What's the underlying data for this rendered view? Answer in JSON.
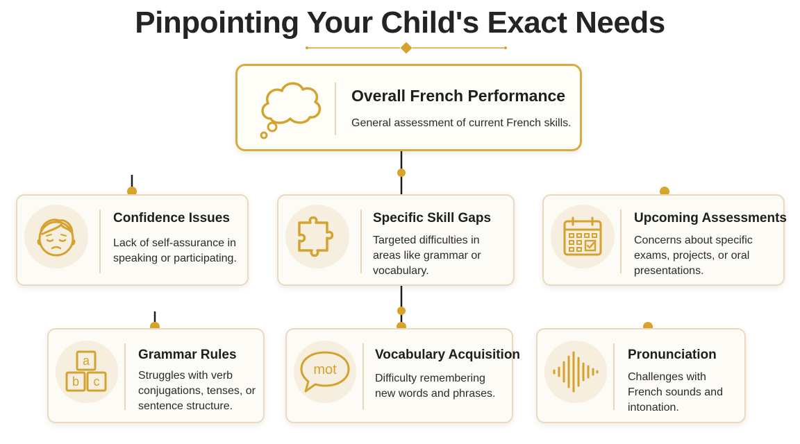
{
  "title": "Pinpointing Your Child's Exact Needs",
  "colors": {
    "accent": "#d4a32f",
    "line": "#1c1c1c",
    "card_border": "#ead9bd",
    "card_bg": "#fdfbf6"
  },
  "root": {
    "title": "Overall French Performance",
    "desc": "General assessment of current French skills.",
    "icon": "thought-cloud-icon"
  },
  "level1": [
    {
      "title": "Confidence Issues",
      "desc": "Lack of self-assurance in speaking or participating.",
      "icon": "worried-face-icon"
    },
    {
      "title": "Specific Skill Gaps",
      "desc": "Targeted difficulties in areas like grammar or vocabulary.",
      "icon": "puzzle-piece-icon"
    },
    {
      "title": "Upcoming Assessments",
      "desc": "Concerns about specific exams, projects, or oral presentations.",
      "icon": "calendar-icon"
    }
  ],
  "level2": [
    {
      "title": "Grammar Rules",
      "desc": "Struggles with verb conjugations, tenses, or sentence structure.",
      "icon": "abc-blocks-icon",
      "icon_letters": [
        "a",
        "b",
        "c"
      ]
    },
    {
      "title": "Vocabulary Acquisition",
      "desc": "Difficulty remembering new words and phrases.",
      "icon": "speech-bubble-icon",
      "icon_text": "mot"
    },
    {
      "title": "Pronunciation",
      "desc": "Challenges with French sounds and intonation.",
      "icon": "sound-wave-icon"
    }
  ]
}
